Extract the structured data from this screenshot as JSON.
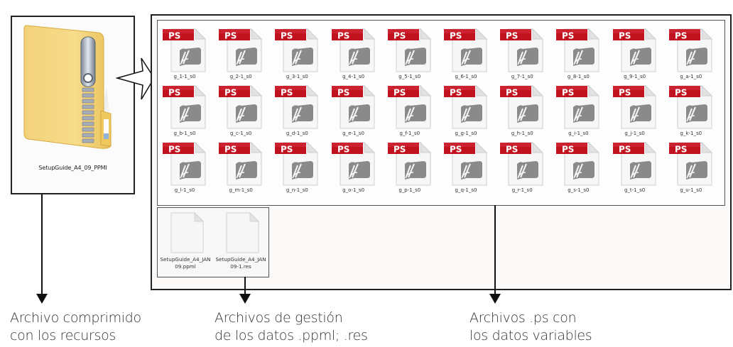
{
  "archive": {
    "label": "SetupGuide_A4_09_PPMl",
    "icon": "zip-folder-icon"
  },
  "ps_files": {
    "icon": "postscript-file-icon",
    "badge": "PS",
    "badge_color": "#c1121f",
    "items": [
      "g_1-1_s0",
      "g_2-1_s0",
      "g_3-1_s0",
      "g_4-1_s0",
      "g_5-1_s0",
      "g_6-1_s0",
      "g_7-1_s0",
      "g_8-1_s0",
      "g_9-1_s0",
      "g_a-1_s0",
      "g_b-1_s0",
      "g_c-1_s0",
      "g_d-1_s0",
      "g_e-1_s0",
      "g_f-1_s0",
      "g_g-1_s0",
      "g_h-1_s0",
      "g_i-1_s0",
      "g_j-1_s0",
      "g_k-1_s0",
      "g_l-1_s0",
      "g_m-1_s0",
      "g_n-1_s0",
      "g_o-1_s0",
      "g_p-1_s0",
      "g_q-1_s0",
      "g_r-1_s0",
      "g_s-1_s0",
      "g_t-1_s0",
      "g_u-1_s0"
    ]
  },
  "resource_files": {
    "icon": "blank-document-icon",
    "items": [
      "SetupGuide_A4_JAN09.ppml",
      "SetupGuide_A4_JAN09-1.res"
    ]
  },
  "captions": {
    "archive": {
      "line1": "Archivo comprimido",
      "line2": "con los recursos"
    },
    "management": {
      "line1": "Archivos de gestión",
      "line2": "de los datos .ppml; .res"
    },
    "ps": {
      "line1": "Archivos .ps con",
      "line2": "los datos variables"
    }
  }
}
